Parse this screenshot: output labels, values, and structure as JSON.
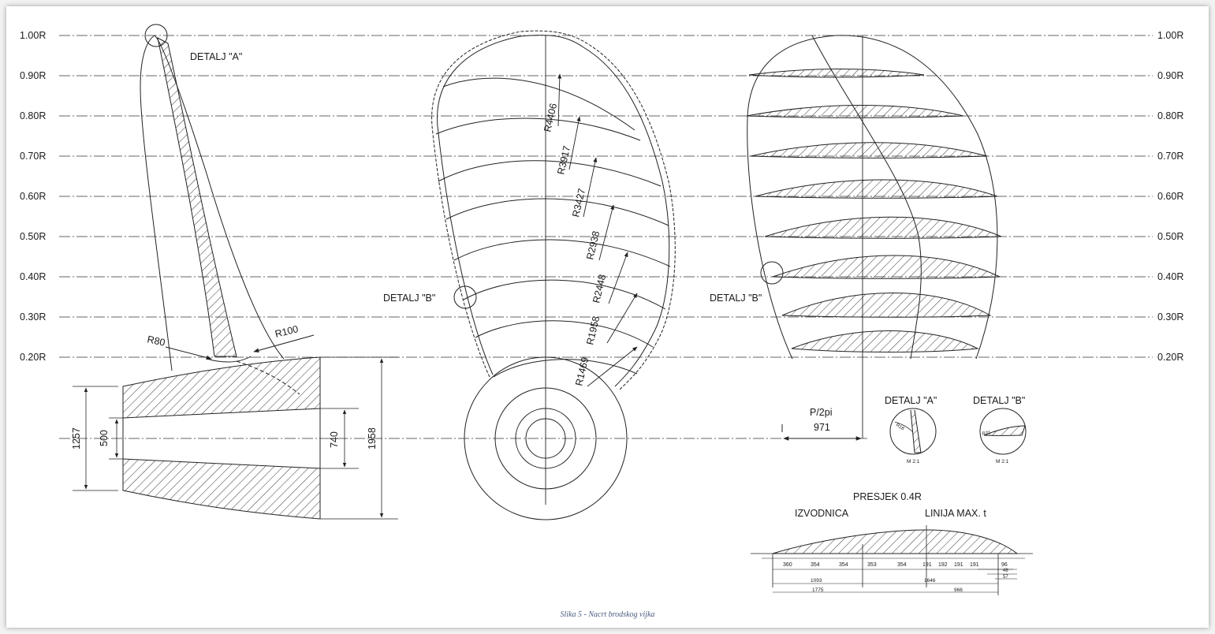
{
  "caption": "Slika 5 - Nacrt brodskog vijka",
  "radius_levels": [
    "1.00R",
    "0.90R",
    "0.80R",
    "0.70R",
    "0.60R",
    "0.50R",
    "0.40R",
    "0.30R",
    "0.20R"
  ],
  "side_view": {
    "detail_a": "DETALJ \"A\"",
    "r80": "R80",
    "r100": "R100"
  },
  "hub": {
    "d1257": "1257",
    "d500": "500",
    "d740": "740",
    "d1958": "1958"
  },
  "blade_outline": {
    "detail_b": "DETALJ \"B\"",
    "radii": [
      "R4406",
      "R3917",
      "R3427",
      "R2938",
      "R2448",
      "R1958",
      "R1469"
    ]
  },
  "sections_view": {
    "detail_b": "DETALJ \"B\""
  },
  "pitch": {
    "label": "P/2pi",
    "value": "971"
  },
  "detail_a_box": {
    "title": "DETALJ \"A\"",
    "radius": "R18",
    "scale": "M 2:1"
  },
  "detail_b_box": {
    "title": "DETALJ \"B\"",
    "radius": "R21",
    "scale": "M 2:1"
  },
  "section_04": {
    "title": "PRESJEK 0.4R",
    "generatrix": "IZVODNICA",
    "max_t_line": "LINIJA MAX. t",
    "stations": [
      "360",
      "354",
      "354",
      "353",
      "354",
      "191",
      "192",
      "191",
      "191",
      "96"
    ],
    "small_dims": [
      "48",
      "57"
    ],
    "overall_a": "1093",
    "overall_b": "1775",
    "overall_c": "1646",
    "overall_d": "966"
  }
}
